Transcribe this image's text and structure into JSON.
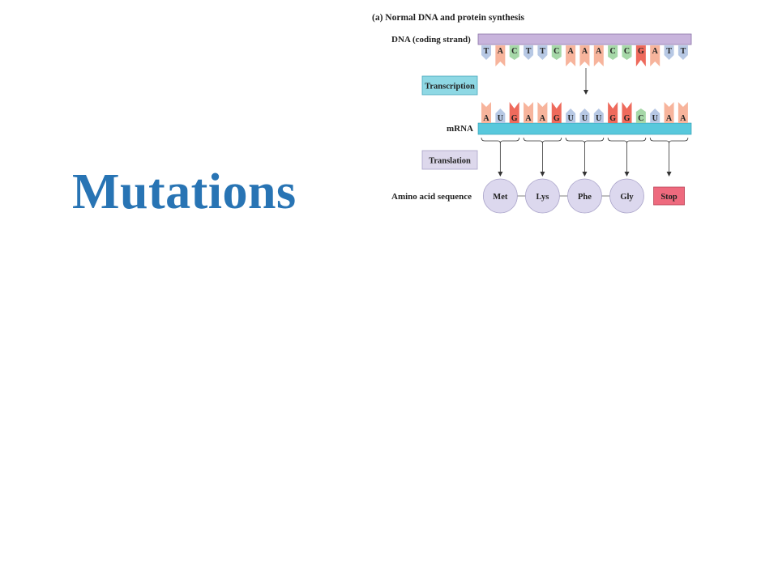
{
  "slide": {
    "title": "Mutations"
  },
  "figure": {
    "panel_label": "(a) Normal DNA and protein synthesis",
    "dna_label": "DNA (coding strand)",
    "mrna_label": "mRNA",
    "transcription_label": "Transcription",
    "translation_label": "Translation",
    "amino_label": "Amino acid sequence",
    "dna_bases": [
      "T",
      "A",
      "C",
      "T",
      "T",
      "C",
      "A",
      "A",
      "A",
      "C",
      "C",
      "G",
      "A",
      "T",
      "T"
    ],
    "mrna_bases": [
      "A",
      "U",
      "G",
      "A",
      "A",
      "G",
      "U",
      "U",
      "U",
      "G",
      "G",
      "C",
      "U",
      "A",
      "A"
    ],
    "amino_acids": [
      "Met",
      "Lys",
      "Phe",
      "Gly",
      "Stop"
    ]
  },
  "colors": {
    "title": "#2874b4",
    "A": "#f7b49c",
    "G": "#ee6a5c",
    "T": "#b7c8e4",
    "U": "#b7c8e4",
    "C": "#a6d8a8",
    "dna_backbone": "#c8b4dc",
    "mrna_backbone": "#58c8dc",
    "transcription_box": "#8ed8e4",
    "translation_box": "#ddd8ec",
    "amino_circle": "#dcd8ee",
    "stop_box": "#ee6a7e"
  }
}
